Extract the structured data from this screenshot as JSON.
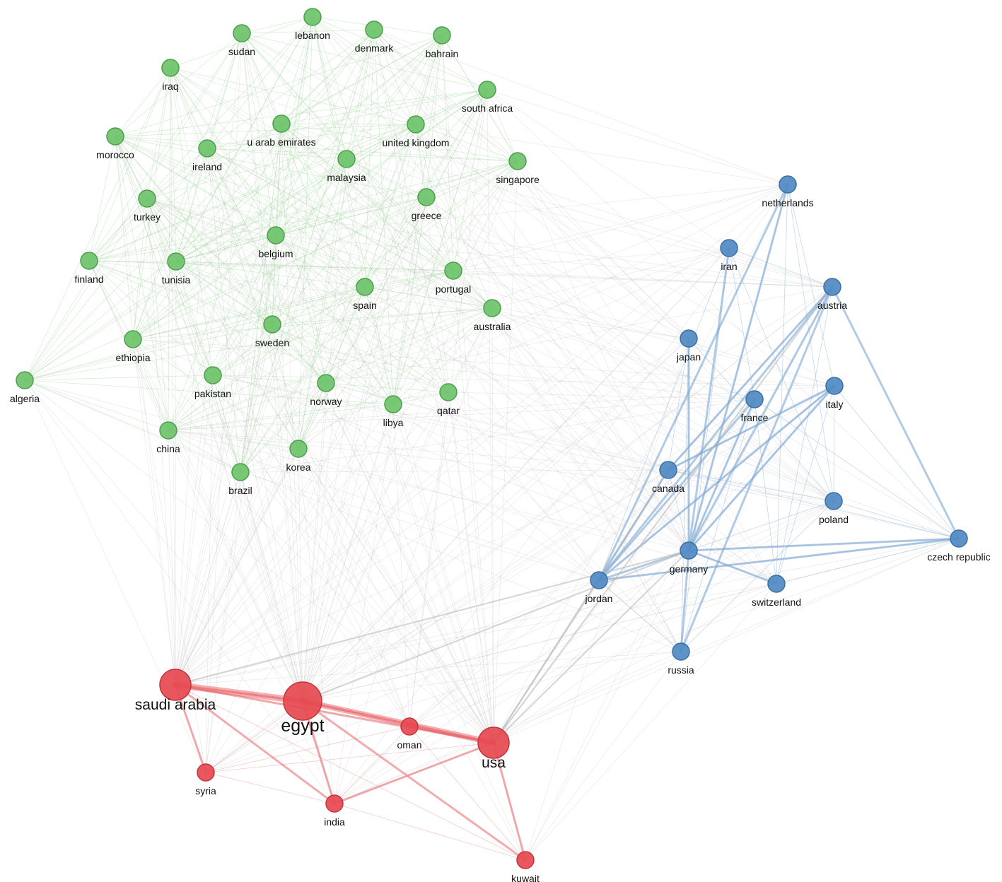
{
  "colors": {
    "green": "#6cc36a",
    "green_stroke": "#4e9f4d",
    "blue": "#4f8ac3",
    "blue_stroke": "#3b6f9f",
    "red": "#e6494f",
    "red_stroke": "#c1363c",
    "edge_green": "#9fd49a",
    "edge_blue": "#7fa9d3",
    "edge_red": "#e98a8d",
    "edge_gray": "#b9b9b9"
  },
  "network": {
    "nodes": [
      {
        "id": "lebanon",
        "label": "lebanon",
        "cluster": "green",
        "size": "small"
      },
      {
        "id": "sudan",
        "label": "sudan",
        "cluster": "green",
        "size": "small"
      },
      {
        "id": "denmark",
        "label": "denmark",
        "cluster": "green",
        "size": "small"
      },
      {
        "id": "bahrain",
        "label": "bahrain",
        "cluster": "green",
        "size": "small"
      },
      {
        "id": "iraq",
        "label": "iraq",
        "cluster": "green",
        "size": "small"
      },
      {
        "id": "south-africa",
        "label": "south africa",
        "cluster": "green",
        "size": "small"
      },
      {
        "id": "u-arab-emirates",
        "label": "u arab emirates",
        "cluster": "green",
        "size": "small"
      },
      {
        "id": "united-kingdom",
        "label": "united kingdom",
        "cluster": "green",
        "size": "small"
      },
      {
        "id": "morocco",
        "label": "morocco",
        "cluster": "green",
        "size": "small"
      },
      {
        "id": "ireland",
        "label": "ireland",
        "cluster": "green",
        "size": "small"
      },
      {
        "id": "malaysia",
        "label": "malaysia",
        "cluster": "green",
        "size": "small"
      },
      {
        "id": "singapore",
        "label": "singapore",
        "cluster": "green",
        "size": "small"
      },
      {
        "id": "turkey",
        "label": "turkey",
        "cluster": "green",
        "size": "small"
      },
      {
        "id": "greece",
        "label": "greece",
        "cluster": "green",
        "size": "small"
      },
      {
        "id": "belgium",
        "label": "belgium",
        "cluster": "green",
        "size": "small"
      },
      {
        "id": "finland",
        "label": "finland",
        "cluster": "green",
        "size": "small"
      },
      {
        "id": "tunisia",
        "label": "tunisia",
        "cluster": "green",
        "size": "small"
      },
      {
        "id": "portugal",
        "label": "portugal",
        "cluster": "green",
        "size": "small"
      },
      {
        "id": "spain",
        "label": "spain",
        "cluster": "green",
        "size": "small"
      },
      {
        "id": "australia",
        "label": "australia",
        "cluster": "green",
        "size": "small"
      },
      {
        "id": "sweden",
        "label": "sweden",
        "cluster": "green",
        "size": "small"
      },
      {
        "id": "ethiopia",
        "label": "ethiopia",
        "cluster": "green",
        "size": "small"
      },
      {
        "id": "algeria",
        "label": "algeria",
        "cluster": "green",
        "size": "small"
      },
      {
        "id": "pakistan",
        "label": "pakistan",
        "cluster": "green",
        "size": "small"
      },
      {
        "id": "norway",
        "label": "norway",
        "cluster": "green",
        "size": "small"
      },
      {
        "id": "libya",
        "label": "libya",
        "cluster": "green",
        "size": "small"
      },
      {
        "id": "qatar",
        "label": "qatar",
        "cluster": "green",
        "size": "small"
      },
      {
        "id": "china",
        "label": "china",
        "cluster": "green",
        "size": "small"
      },
      {
        "id": "korea",
        "label": "korea",
        "cluster": "green",
        "size": "small"
      },
      {
        "id": "brazil",
        "label": "brazil",
        "cluster": "green",
        "size": "small"
      },
      {
        "id": "netherlands",
        "label": "netherlands",
        "cluster": "blue",
        "size": "small"
      },
      {
        "id": "iran",
        "label": "iran",
        "cluster": "blue",
        "size": "small"
      },
      {
        "id": "austria",
        "label": "austria",
        "cluster": "blue",
        "size": "small"
      },
      {
        "id": "japan",
        "label": "japan",
        "cluster": "blue",
        "size": "small"
      },
      {
        "id": "italy",
        "label": "italy",
        "cluster": "blue",
        "size": "small"
      },
      {
        "id": "france",
        "label": "france",
        "cluster": "blue",
        "size": "small"
      },
      {
        "id": "canada",
        "label": "canada",
        "cluster": "blue",
        "size": "small"
      },
      {
        "id": "poland",
        "label": "poland",
        "cluster": "blue",
        "size": "small"
      },
      {
        "id": "czech-republic",
        "label": "czech republic",
        "cluster": "blue",
        "size": "small"
      },
      {
        "id": "germany",
        "label": "germany",
        "cluster": "blue",
        "size": "small"
      },
      {
        "id": "jordan",
        "label": "jordan",
        "cluster": "blue",
        "size": "small"
      },
      {
        "id": "switzerland",
        "label": "switzerland",
        "cluster": "blue",
        "size": "small"
      },
      {
        "id": "russia",
        "label": "russia",
        "cluster": "blue",
        "size": "small"
      },
      {
        "id": "saudi-arabia",
        "label": "saudi arabia",
        "cluster": "red",
        "size": "large"
      },
      {
        "id": "egypt",
        "label": "egypt",
        "cluster": "red",
        "size": "xlarge"
      },
      {
        "id": "oman",
        "label": "oman",
        "cluster": "red",
        "size": "small"
      },
      {
        "id": "usa",
        "label": "usa",
        "cluster": "red",
        "size": "large"
      },
      {
        "id": "syria",
        "label": "syria",
        "cluster": "red",
        "size": "small"
      },
      {
        "id": "india",
        "label": "india",
        "cluster": "red",
        "size": "small"
      },
      {
        "id": "kuwait",
        "label": "kuwait",
        "cluster": "red",
        "size": "small"
      }
    ],
    "strong_links": [
      [
        "saudi-arabia",
        "egypt"
      ],
      [
        "egypt",
        "usa"
      ],
      [
        "saudi-arabia",
        "usa"
      ],
      [
        "oman",
        "usa"
      ],
      [
        "saudi-arabia",
        "india"
      ],
      [
        "saudi-arabia",
        "syria"
      ],
      [
        "egypt",
        "india"
      ],
      [
        "usa",
        "india"
      ],
      [
        "usa",
        "kuwait"
      ],
      [
        "egypt",
        "kuwait"
      ],
      [
        "austria",
        "jordan"
      ],
      [
        "austria",
        "germany"
      ],
      [
        "austria",
        "canada"
      ],
      [
        "italy",
        "jordan"
      ],
      [
        "italy",
        "germany"
      ],
      [
        "italy",
        "canada"
      ],
      [
        "france",
        "jordan"
      ],
      [
        "france",
        "germany"
      ],
      [
        "netherlands",
        "germany"
      ],
      [
        "netherlands",
        "jordan"
      ],
      [
        "czech-republic",
        "austria"
      ],
      [
        "czech-republic",
        "jordan"
      ],
      [
        "czech-republic",
        "germany"
      ],
      [
        "jordan",
        "germany"
      ],
      [
        "jordan",
        "canada"
      ],
      [
        "russia",
        "germany"
      ],
      [
        "russia",
        "austria"
      ],
      [
        "switzerland",
        "germany"
      ],
      [
        "japan",
        "germany"
      ],
      [
        "iran",
        "germany"
      ],
      [
        "usa",
        "germany"
      ],
      [
        "usa",
        "jordan"
      ],
      [
        "usa",
        "austria"
      ],
      [
        "usa",
        "canada"
      ],
      [
        "egypt",
        "germany"
      ],
      [
        "saudi-arabia",
        "germany"
      ]
    ]
  }
}
